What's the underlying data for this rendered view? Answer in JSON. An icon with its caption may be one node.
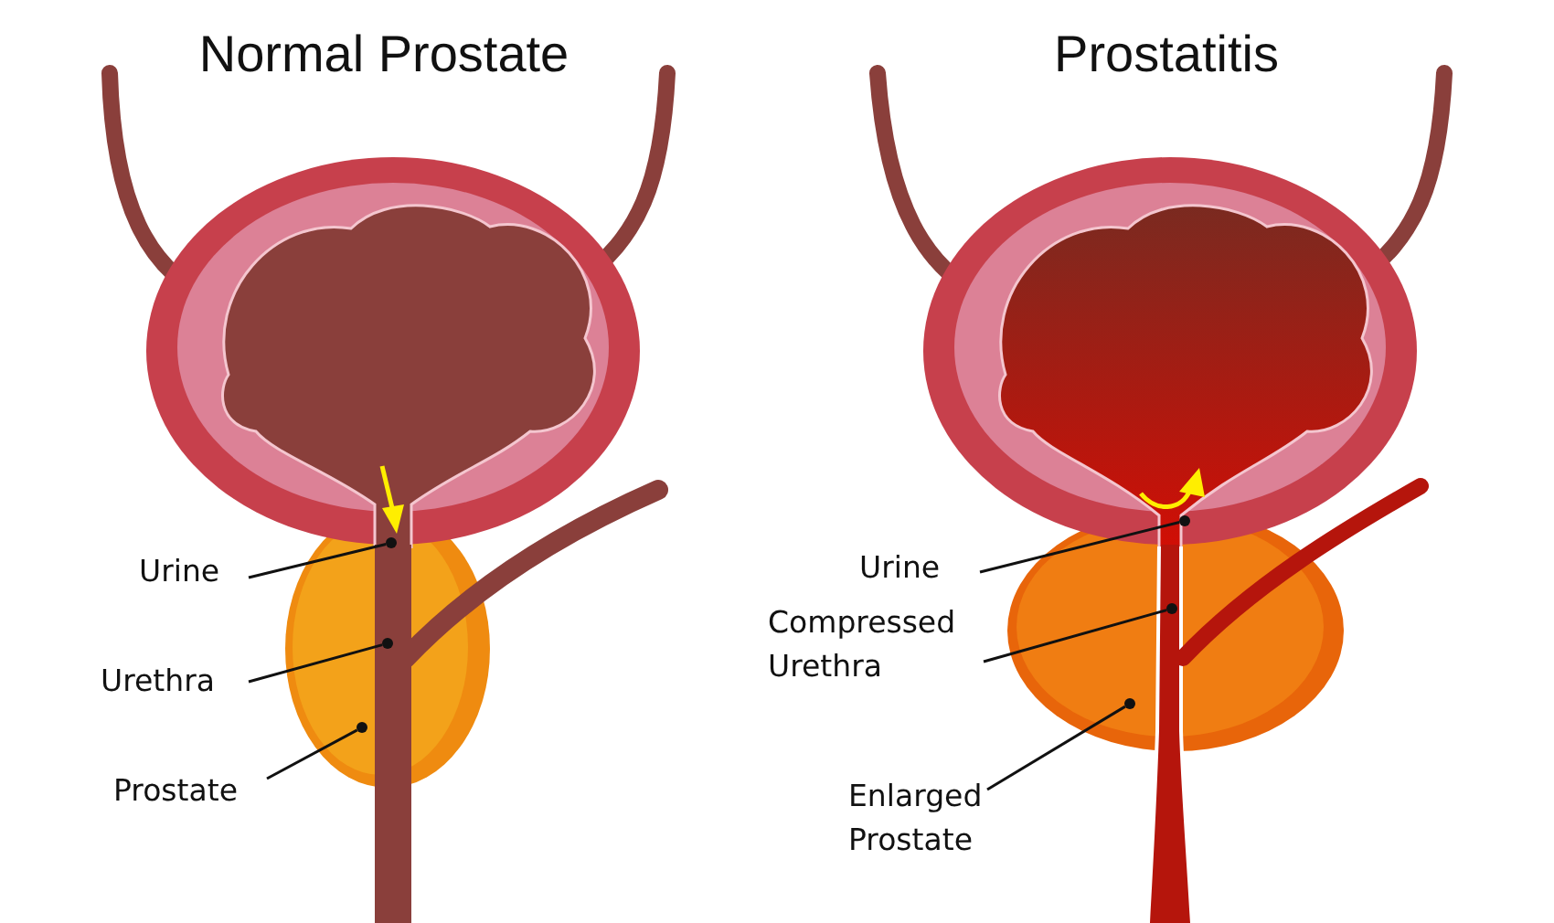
{
  "diagram": {
    "nodes": [
      {
        "text": [
          "Urine"
        ]
      },
      {
        "text": [],
        "shape": "circle"
      },
      {
        "text": [
          "Urethra"
        ]
      },
      {
        "text": [],
        "shape": "circle"
      },
      {
        "text": [
          "Prostate"
        ]
      },
      {
        "text": [],
        "shape": "circle"
      },
      {
        "text": [
          "Urine"
        ]
      },
      {
        "text": [],
        "shape": "circle"
      },
      {
        "text": [
          "Compressed Urethra"
        ]
      },
      {
        "text": [],
        "shape": "circle"
      },
      {
        "text": [
          "Enlarged Prostate"
        ]
      },
      {
        "text": [],
        "shape": "circle"
      }
    ],
    "edges": [
      {
        "from": 0,
        "to": 1,
        "arrow": "none"
      },
      {
        "from": 2,
        "to": 3,
        "arrow": "none"
      },
      {
        "from": 4,
        "to": 5,
        "arrow": "none"
      },
      {
        "from": 6,
        "to": 7,
        "arrow": "none"
      },
      {
        "from": 8,
        "to": 9,
        "arrow": "none"
      },
      {
        "from": 10,
        "to": 11,
        "arrow": "none"
      }
    ],
    "labels": [
      "Normal Prostate",
      "Prostatitis"
    ]
  }
}
